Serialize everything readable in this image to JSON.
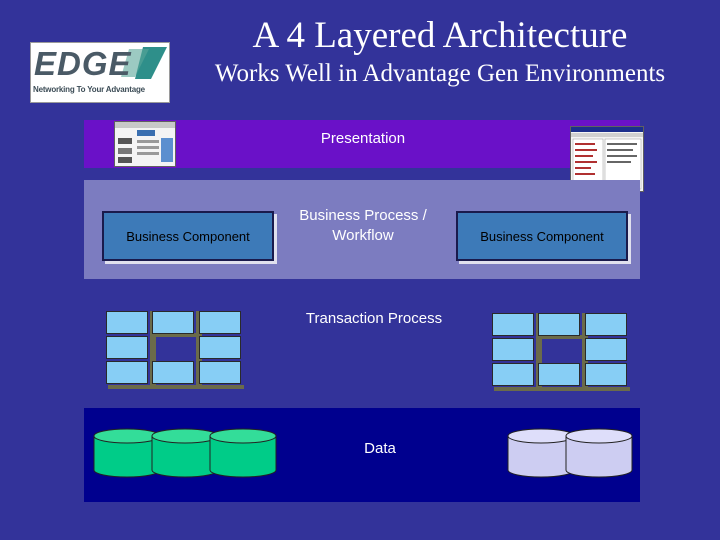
{
  "header": {
    "title": "A 4 Layered Architecture",
    "subtitle": "Works Well in Advantage Gen Environments"
  },
  "logo": {
    "word": "EDGE",
    "tagline": "Networking To Your Advantage"
  },
  "layers": {
    "presentation": "Presentation",
    "business_process": "Business Process / Workflow",
    "business_component_left": "Business Component",
    "business_component_right": "Business Component",
    "transaction": "Transaction Process",
    "data": "Data"
  },
  "colors": {
    "background": "#33339a",
    "presentation_band": "#6a11c8",
    "business_band": "#7c7cc0",
    "data_band": "#00008e",
    "component_box": "#3d7ab8",
    "grid_cell": "#87cef5",
    "db_left": "#00cc88",
    "db_right": "#cdcdf2"
  }
}
